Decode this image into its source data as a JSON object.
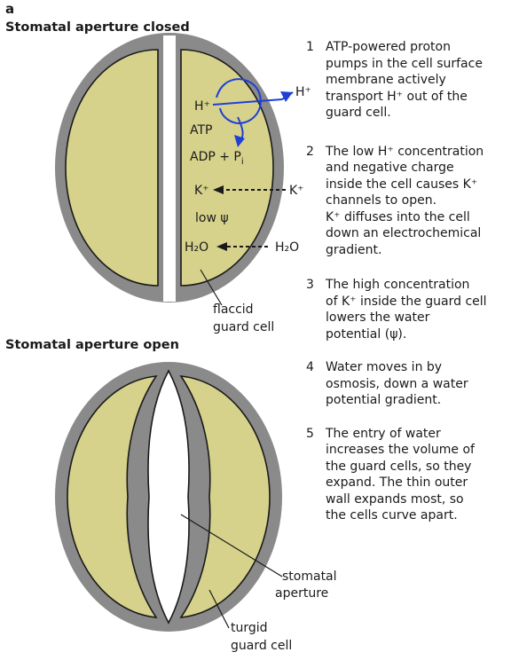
{
  "panel_label": "a",
  "closed": {
    "heading": "Stomatal aperture closed",
    "labels": {
      "h_plus_in": "H⁺",
      "h_plus_out": "H⁺",
      "atp": "ATP",
      "adp": "ADP + P",
      "adp_sub": "i",
      "k_plus_in": "K⁺",
      "k_plus_out": "K⁺",
      "low_psi": "low ψ",
      "h2o_in": "H₂O",
      "h2o_out": "H₂O"
    },
    "caption": [
      "flaccid",
      "guard cell"
    ]
  },
  "open": {
    "heading": "Stomatal aperture open",
    "aperture_label": [
      "stomatal",
      "aperture"
    ],
    "cell_label": [
      "turgid",
      "guard cell"
    ]
  },
  "steps": [
    {
      "num": "1",
      "text": "ATP-powered proton\npumps in the cell surface\nmembrane actively\ntransport H⁺ out of the\nguard cell."
    },
    {
      "num": "2",
      "text": "The low H⁺ concentration\nand negative charge\ninside the cell causes K⁺\nchannels to open.\nK⁺ diffuses into the cell\ndown an electrochemical\ngradient."
    },
    {
      "num": "3",
      "text": "The high concentration\nof K⁺ inside the guard cell\nlowers the water\npotential (ψ)."
    },
    {
      "num": "4",
      "text": "Water moves in by\nosmosis, down a water\npotential gradient."
    },
    {
      "num": "5",
      "text": "The entry of water\nincreases the volume of\nthe guard cells, so they\nexpand. The thin outer\nwall expands most, so\nthe cells curve apart."
    }
  ],
  "colors": {
    "cytoplasm": "#d6d28c",
    "wall": "#8a8a8a",
    "arrow": "#1f3fd6"
  }
}
